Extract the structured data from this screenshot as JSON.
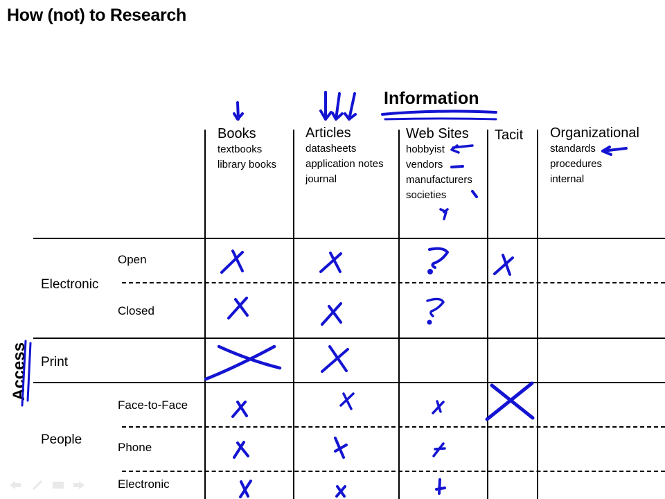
{
  "slide": {
    "title": "How (not) to Research",
    "information_heading": "Information",
    "access_heading": "Access"
  },
  "columns": [
    {
      "label": "Books",
      "items": [
        "textbooks",
        "library books"
      ],
      "arrows": 1
    },
    {
      "label": "Articles",
      "items": [
        "datasheets",
        "application notes",
        "journal"
      ],
      "arrows": 3
    },
    {
      "label": "Web Sites",
      "items": [
        "hobbyist",
        "vendors",
        "manufacturers",
        "societies"
      ]
    },
    {
      "label": "Tacit",
      "items": []
    },
    {
      "label": "Organizational",
      "items": [
        "standards",
        "procedures",
        "internal"
      ]
    }
  ],
  "rows": [
    {
      "group": "Electronic",
      "sub": [
        "Open",
        "Closed"
      ]
    },
    {
      "group": "Print",
      "sub": []
    },
    {
      "group": "People",
      "sub": [
        "Face-to-Face",
        "Phone",
        "Electronic"
      ]
    }
  ],
  "marks": {
    "Electronic/Open": {
      "Books": "X",
      "Articles": "X",
      "Web Sites": "?",
      "Tacit": "X",
      "Organizational": ""
    },
    "Electronic/Closed": {
      "Books": "X",
      "Articles": "X",
      "Web Sites": "?",
      "Tacit": "",
      "Organizational": ""
    },
    "Print": {
      "Books": "X (large)",
      "Articles": "X",
      "Web Sites": "",
      "Tacit": "",
      "Organizational": ""
    },
    "People/Face-to-Face": {
      "Books": "x",
      "Articles": "x",
      "Web Sites": "x",
      "Tacit": "X (large)",
      "Organizational": ""
    },
    "People/Phone": {
      "Books": "x",
      "Articles": "x",
      "Web Sites": "x",
      "Tacit": "",
      "Organizational": ""
    },
    "People/Electronic": {
      "Books": "x",
      "Articles": "x",
      "Web Sites": "x",
      "Tacit": "",
      "Organizational": ""
    }
  },
  "annotations": {
    "ink_color": "#1414d2",
    "pointers": [
      "hobbyist",
      "vendors",
      "manufacturers",
      "societies",
      "standards"
    ]
  },
  "nav_controls": [
    "back-icon",
    "pen-icon",
    "menu-icon",
    "forward-icon"
  ]
}
